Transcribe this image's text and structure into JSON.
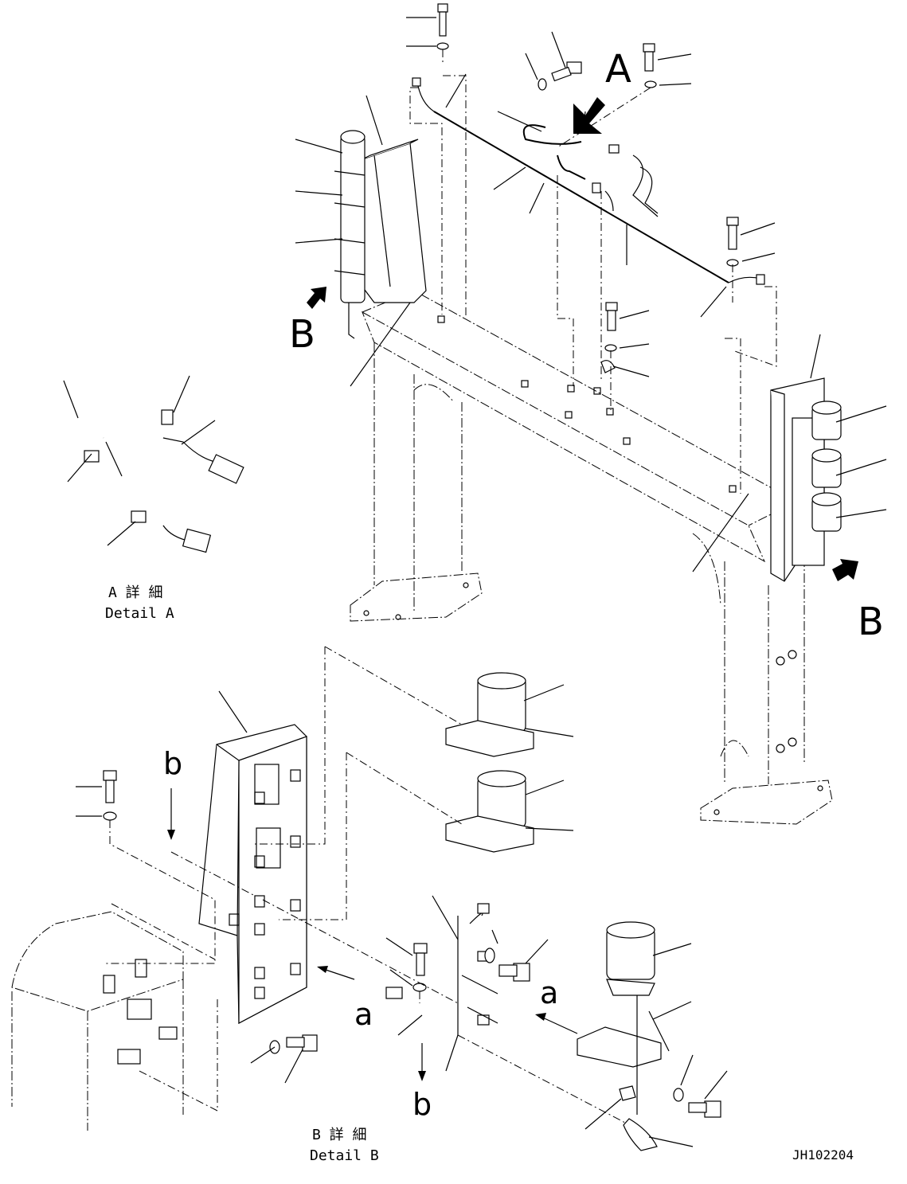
{
  "views": {
    "A": {
      "arrow_label": "A",
      "caption_jp": "A 詳 細",
      "caption_en": "Detail A"
    },
    "B": {
      "arrow_label": "B",
      "caption_jp": "B 詳 細",
      "caption_en": "Detail B"
    }
  },
  "sub_views": {
    "a": "a",
    "b": "b"
  },
  "drawing_number": "JH102204"
}
